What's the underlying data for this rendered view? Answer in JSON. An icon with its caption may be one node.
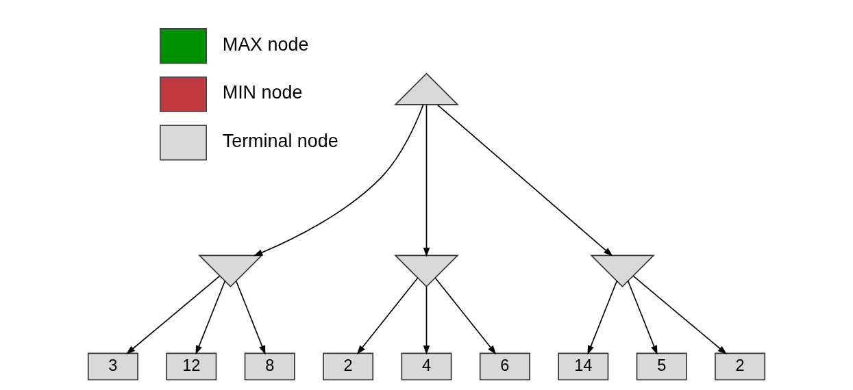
{
  "diagram": {
    "nodes": [
      {
        "text": [],
        "shape": "triangle"
      },
      {
        "text": [],
        "shape": "invtriangle"
      },
      {
        "text": [],
        "shape": "invtriangle"
      },
      {
        "text": [],
        "shape": "invtriangle"
      },
      {
        "text": [
          "3"
        ]
      },
      {
        "text": [
          "12"
        ]
      },
      {
        "text": [
          "8"
        ]
      },
      {
        "text": [
          "2"
        ]
      },
      {
        "text": [
          "4"
        ]
      },
      {
        "text": [
          "6"
        ]
      },
      {
        "text": [
          "14"
        ]
      },
      {
        "text": [
          "5"
        ]
      },
      {
        "text": [
          "2"
        ]
      }
    ],
    "edges": [
      {
        "from": 0,
        "to": 1,
        "arrow": "to"
      },
      {
        "from": 0,
        "to": 2,
        "arrow": "to"
      },
      {
        "from": 0,
        "to": 3,
        "arrow": "to"
      },
      {
        "from": 1,
        "to": 4,
        "arrow": "to"
      },
      {
        "from": 1,
        "to": 5,
        "arrow": "to"
      },
      {
        "from": 1,
        "to": 6,
        "arrow": "to"
      },
      {
        "from": 2,
        "to": 7,
        "arrow": "to"
      },
      {
        "from": 2,
        "to": 8,
        "arrow": "to"
      },
      {
        "from": 2,
        "to": 9,
        "arrow": "to"
      },
      {
        "from": 3,
        "to": 10,
        "arrow": "to"
      },
      {
        "from": 3,
        "to": 11,
        "arrow": "to"
      },
      {
        "from": 3,
        "to": 12,
        "arrow": "to"
      }
    ],
    "legend": [
      {
        "text": "MAX node",
        "color": "#009100"
      },
      {
        "text": "MIN node",
        "color": "#c0393f"
      },
      {
        "text": "Terminal node",
        "color": "#d9d9d9"
      }
    ]
  }
}
